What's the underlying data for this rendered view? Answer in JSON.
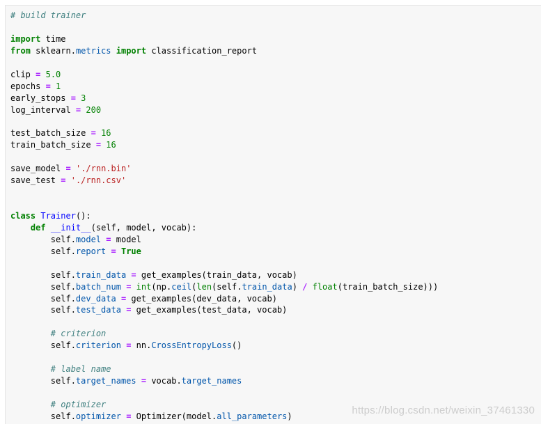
{
  "colors": {
    "keyword": "#008000",
    "comment": "#408080",
    "number": "#008000",
    "string": "#ba2121",
    "operator": "#aa22ff",
    "attribute": "#0055aa",
    "function": "#0000ff",
    "cell_background": "#f7f7f7"
  },
  "code_lines": [
    [
      {
        "t": "# build trainer",
        "c": "cm"
      }
    ],
    [],
    [
      {
        "t": "import",
        "c": "kw"
      },
      {
        "t": " time"
      }
    ],
    [
      {
        "t": "from",
        "c": "kw"
      },
      {
        "t": " sklearn."
      },
      {
        "t": "metrics",
        "c": "at"
      },
      {
        "t": " "
      },
      {
        "t": "import",
        "c": "kw"
      },
      {
        "t": " classification_report"
      }
    ],
    [],
    [
      {
        "t": "clip "
      },
      {
        "t": "=",
        "c": "op"
      },
      {
        "t": " "
      },
      {
        "t": "5.0",
        "c": "nm"
      }
    ],
    [
      {
        "t": "epochs "
      },
      {
        "t": "=",
        "c": "op"
      },
      {
        "t": " "
      },
      {
        "t": "1",
        "c": "nm"
      }
    ],
    [
      {
        "t": "early_stops "
      },
      {
        "t": "=",
        "c": "op"
      },
      {
        "t": " "
      },
      {
        "t": "3",
        "c": "nm"
      }
    ],
    [
      {
        "t": "log_interval "
      },
      {
        "t": "=",
        "c": "op"
      },
      {
        "t": " "
      },
      {
        "t": "200",
        "c": "nm"
      }
    ],
    [],
    [
      {
        "t": "test_batch_size "
      },
      {
        "t": "=",
        "c": "op"
      },
      {
        "t": " "
      },
      {
        "t": "16",
        "c": "nm"
      }
    ],
    [
      {
        "t": "train_batch_size "
      },
      {
        "t": "=",
        "c": "op"
      },
      {
        "t": " "
      },
      {
        "t": "16",
        "c": "nm"
      }
    ],
    [],
    [
      {
        "t": "save_model "
      },
      {
        "t": "=",
        "c": "op"
      },
      {
        "t": " "
      },
      {
        "t": "'./rnn.bin'",
        "c": "st"
      }
    ],
    [
      {
        "t": "save_test "
      },
      {
        "t": "=",
        "c": "op"
      },
      {
        "t": " "
      },
      {
        "t": "'./rnn.csv'",
        "c": "st"
      }
    ],
    [],
    [],
    [
      {
        "t": "class",
        "c": "kw"
      },
      {
        "t": " "
      },
      {
        "t": "Trainer",
        "c": "fn"
      },
      {
        "t": "():"
      }
    ],
    [
      {
        "t": "    "
      },
      {
        "t": "def",
        "c": "kw"
      },
      {
        "t": " "
      },
      {
        "t": "__init__",
        "c": "fn"
      },
      {
        "t": "(self, model, vocab):"
      }
    ],
    [
      {
        "t": "        self."
      },
      {
        "t": "model",
        "c": "at"
      },
      {
        "t": " "
      },
      {
        "t": "=",
        "c": "op"
      },
      {
        "t": " model"
      }
    ],
    [
      {
        "t": "        self."
      },
      {
        "t": "report",
        "c": "at"
      },
      {
        "t": " "
      },
      {
        "t": "=",
        "c": "op"
      },
      {
        "t": " "
      },
      {
        "t": "True",
        "c": "kw"
      }
    ],
    [],
    [
      {
        "t": "        self."
      },
      {
        "t": "train_data",
        "c": "at"
      },
      {
        "t": " "
      },
      {
        "t": "=",
        "c": "op"
      },
      {
        "t": " get_examples(train_data, vocab)"
      }
    ],
    [
      {
        "t": "        self."
      },
      {
        "t": "batch_num",
        "c": "at"
      },
      {
        "t": " "
      },
      {
        "t": "=",
        "c": "op"
      },
      {
        "t": " "
      },
      {
        "t": "int",
        "c": "bi"
      },
      {
        "t": "(np."
      },
      {
        "t": "ceil",
        "c": "at"
      },
      {
        "t": "("
      },
      {
        "t": "len",
        "c": "bi"
      },
      {
        "t": "(self."
      },
      {
        "t": "train_data",
        "c": "at"
      },
      {
        "t": ") "
      },
      {
        "t": "/",
        "c": "op"
      },
      {
        "t": " "
      },
      {
        "t": "float",
        "c": "bi"
      },
      {
        "t": "(train_batch_size)))"
      }
    ],
    [
      {
        "t": "        self."
      },
      {
        "t": "dev_data",
        "c": "at"
      },
      {
        "t": " "
      },
      {
        "t": "=",
        "c": "op"
      },
      {
        "t": " get_examples(dev_data, vocab)"
      }
    ],
    [
      {
        "t": "        self."
      },
      {
        "t": "test_data",
        "c": "at"
      },
      {
        "t": " "
      },
      {
        "t": "=",
        "c": "op"
      },
      {
        "t": " get_examples(test_data, vocab)"
      }
    ],
    [],
    [
      {
        "t": "        "
      },
      {
        "t": "# criterion",
        "c": "cm"
      }
    ],
    [
      {
        "t": "        self."
      },
      {
        "t": "criterion",
        "c": "at"
      },
      {
        "t": " "
      },
      {
        "t": "=",
        "c": "op"
      },
      {
        "t": " nn."
      },
      {
        "t": "CrossEntropyLoss",
        "c": "at"
      },
      {
        "t": "()"
      }
    ],
    [],
    [
      {
        "t": "        "
      },
      {
        "t": "# label name",
        "c": "cm"
      }
    ],
    [
      {
        "t": "        self."
      },
      {
        "t": "target_names",
        "c": "at"
      },
      {
        "t": " "
      },
      {
        "t": "=",
        "c": "op"
      },
      {
        "t": " vocab."
      },
      {
        "t": "target_names",
        "c": "at"
      }
    ],
    [],
    [
      {
        "t": "        "
      },
      {
        "t": "# optimizer",
        "c": "cm"
      }
    ],
    [
      {
        "t": "        self."
      },
      {
        "t": "optimizer",
        "c": "at"
      },
      {
        "t": " "
      },
      {
        "t": "=",
        "c": "op"
      },
      {
        "t": " Optimizer(model."
      },
      {
        "t": "all_parameters",
        "c": "at"
      },
      {
        "t": ")"
      }
    ]
  ],
  "watermark": "https://blog.csdn.net/weixin_37461330"
}
